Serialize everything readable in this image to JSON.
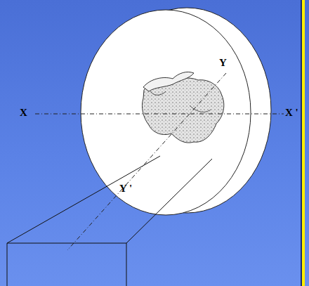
{
  "diagram": {
    "labels": [
      "X",
      "X '",
      "Y",
      "Y '"
    ]
  }
}
